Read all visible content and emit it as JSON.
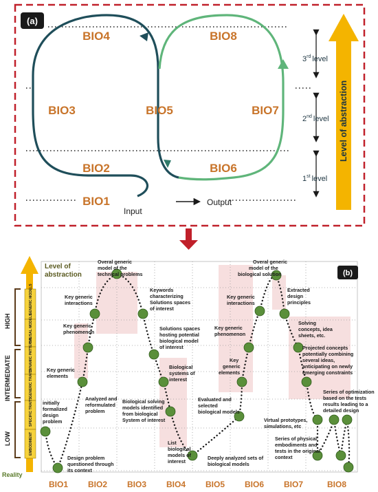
{
  "panel_a": {
    "tag": "(a)",
    "bio": [
      "BIO1",
      "BIO2",
      "BIO3",
      "BIO4",
      "BIO5",
      "BIO6",
      "BIO7",
      "BIO8"
    ],
    "input_label": "Input",
    "output_label": "Output",
    "levels": [
      {
        "sup": "rd",
        "text": "level",
        "num": "3"
      },
      {
        "sup": "nd",
        "text": "level",
        "num": "2"
      },
      {
        "sup": "st",
        "text": "level",
        "num": "1"
      }
    ],
    "abstraction_label": "Level of abstraction",
    "colors": {
      "frame": "#c0202a",
      "path_dark": "#1f4e5a",
      "path_light": "#5fb57a",
      "bio": "#c8742a",
      "arrow": "#f4b400"
    }
  },
  "panel_b": {
    "tag": "(b)",
    "axis_label_1": "Level of",
    "axis_label_2": "abstraction",
    "reality_label": "Reality",
    "groups": [
      "HIGH",
      "INTERMEDIATE",
      "LOW"
    ],
    "bands": [
      "GENERIC MODELS",
      "CAUSAL MODELS",
      "DYNAMIC PATTERNS",
      "GENERIC TRAITS",
      "SPECIFIC TRAITS",
      "EMBODIMENT"
    ],
    "bio": [
      "BIO1",
      "BIO2",
      "BIO3",
      "BIO4",
      "BIO5",
      "BIO6",
      "BIO7",
      "BIO8"
    ],
    "annotations": {
      "a1": [
        "initially",
        "formalized",
        "design",
        "problem"
      ],
      "a2": [
        "Design problem",
        "questioned through",
        "its context"
      ],
      "a3": [
        "Key generic",
        "elements"
      ],
      "a4": [
        "Analyzed and",
        "reformulated",
        "problem"
      ],
      "a5": [
        "Key generic",
        "phenomenon"
      ],
      "a6": [
        "Key generic",
        "interactions"
      ],
      "a7": [
        "Overal generic",
        "model of the",
        "technical problems"
      ],
      "a8": [
        "Keywords",
        "characterizing",
        "Solutions spaces",
        "of interest"
      ],
      "a9": [
        "Solutions spaces",
        "hosting potential",
        "biological model",
        "of interest"
      ],
      "a10": [
        "Biological",
        "systems of",
        "interest"
      ],
      "a11": [
        "Biological solving",
        "models identified",
        "from biological",
        "System of interest"
      ],
      "a12": [
        "List",
        "biological",
        "models of",
        "interest"
      ],
      "a13": [
        "Evaluated and",
        "selected",
        "biological models"
      ],
      "a14": [
        "Deeply analyzed sets of",
        "biological models"
      ],
      "a15": [
        "Key",
        "generic",
        "elements"
      ],
      "a16": [
        "Key generic",
        "phenomenon"
      ],
      "a17": [
        "Key generic",
        "interactions"
      ],
      "a18": [
        "Overal generic",
        "model of the",
        "biological solution"
      ],
      "a19": [
        "Extracted",
        "design",
        "principles"
      ],
      "a20": [
        "Solving",
        "concepts, idea",
        "sheets, etc."
      ],
      "a21": [
        "Projected concepts",
        "potentially combining",
        "several ideas,",
        "anticipating on newly",
        "emerging constraints"
      ],
      "a22": [
        "Virtual prototypes,",
        "simulations, etc"
      ],
      "a23": [
        "Series of optimization",
        "based on the tests",
        "results leading to a",
        "detailed design"
      ],
      "a24": [
        "Series of physical",
        "embodiments and",
        "tests in the original",
        "context"
      ]
    },
    "colors": {
      "dot": "#5a8f3a",
      "axis_arrow": "#f4b400",
      "band": "#f6d23c",
      "shade": "#f6dcdc"
    }
  }
}
